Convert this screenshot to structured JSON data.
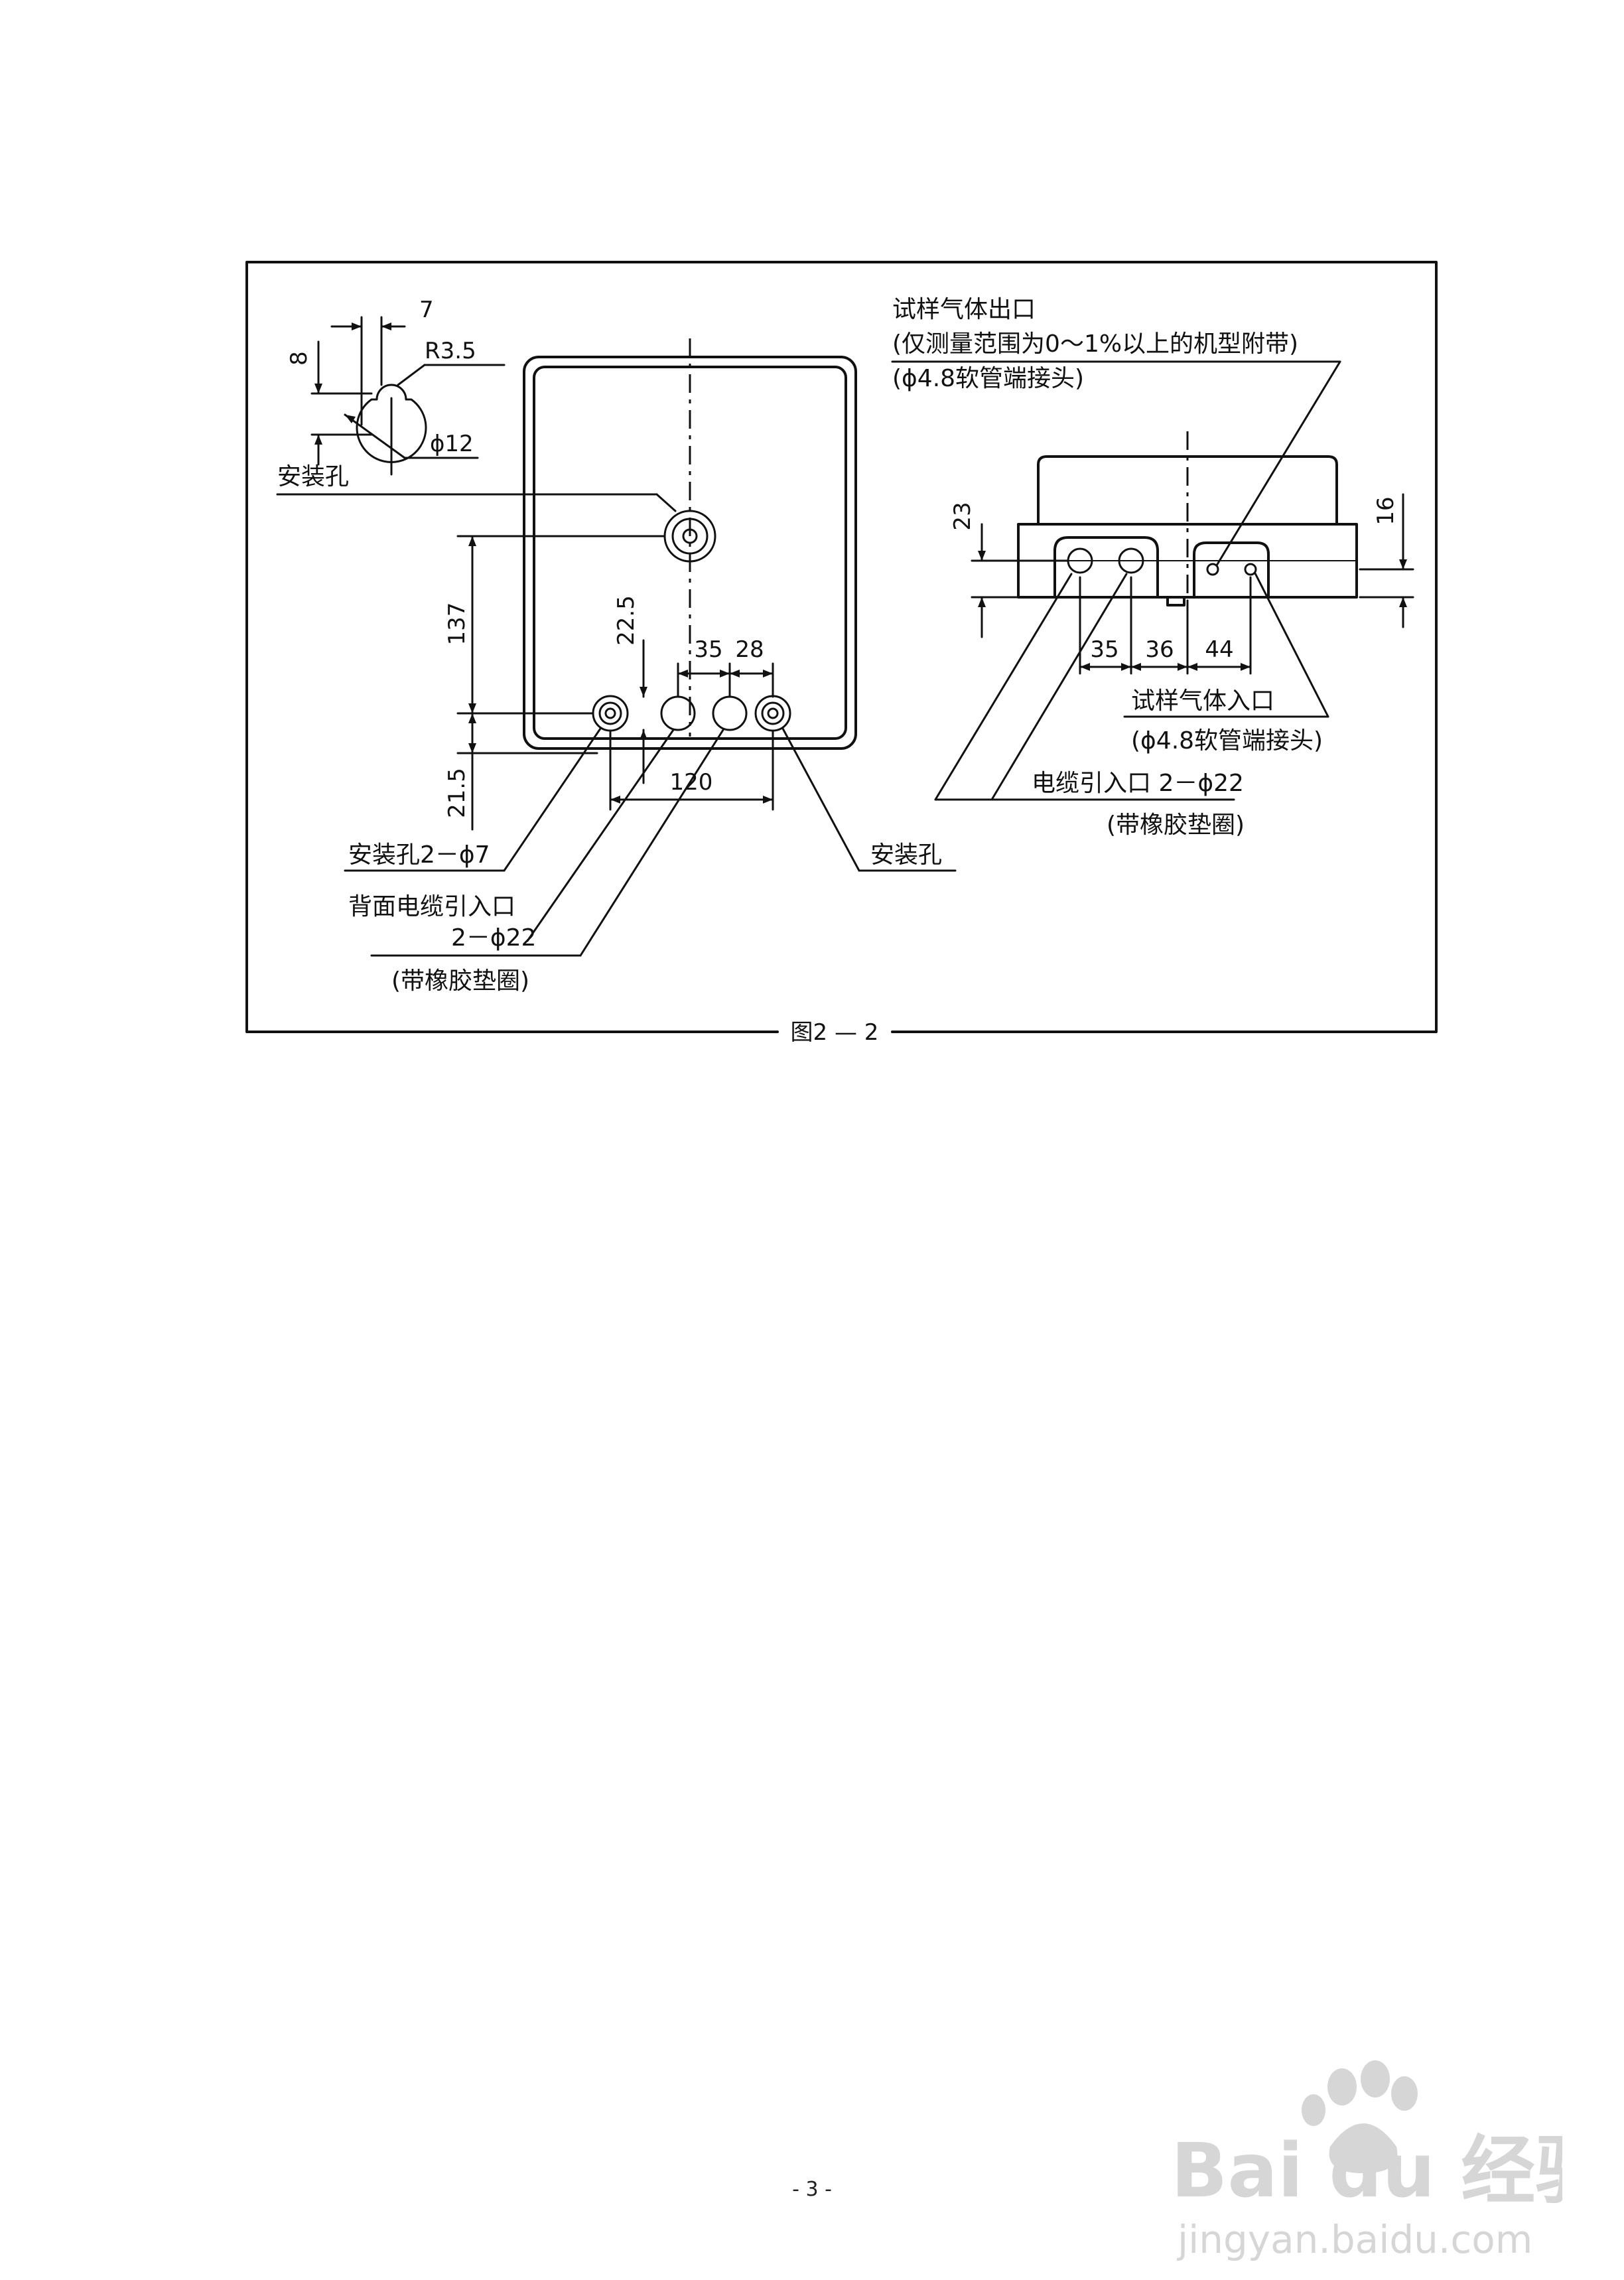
{
  "figure": {
    "caption": "图2 — 2",
    "keyhole_detail": {
      "dim_width": "7",
      "dim_height": "8",
      "radius": "R3.5",
      "diameter": "ϕ12",
      "label": "安装孔"
    },
    "front_view": {
      "dim_137": "137",
      "dim_21_5": "21.5",
      "dim_22_5": "22.5",
      "dim_35": "35",
      "dim_28": "28",
      "dim_120": "120",
      "mount_holes_label": "安装孔2－ϕ7",
      "rear_cable_label_1": "背面电缆引入口",
      "rear_cable_label_2": "2－ϕ22",
      "rear_cable_label_3": "(带橡胶垫圈)",
      "mount_hole_right_label": "安装孔"
    },
    "bottom_view": {
      "outlet_label_1": "试样气体出口",
      "outlet_label_2": "(仅测量范围为0～1%以上的机型附带)",
      "outlet_label_3": "(ϕ4.8软管端接头)",
      "dim_23": "23",
      "dim_16": "16",
      "dim_35": "35",
      "dim_36": "36",
      "dim_44": "44",
      "inlet_label_1": "试样气体入口",
      "inlet_label_2": "(ϕ4.8软管端接头)",
      "cable_label_1": "电缆引入口 2－ϕ22",
      "cable_label_2": "(带橡胶垫圈)"
    }
  },
  "page_number": "- 3 -",
  "watermark": {
    "brand_line": "Bai du 经验",
    "url": "jingyan.baidu.com",
    "color": "#d6d6d6"
  }
}
